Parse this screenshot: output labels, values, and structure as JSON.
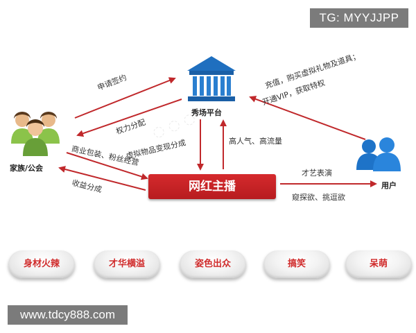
{
  "badges": {
    "tg": "TG: MYYJJPP",
    "url": "www.tdcy888.com"
  },
  "nodes": {
    "platform": "秀场平台",
    "family": "家族/公会",
    "user": "用户",
    "host": "网红主播"
  },
  "edges": {
    "apply_sign": "申请签约",
    "power_distribution": "权力分配",
    "virtual_gift_cash": "虚拟物品变现分成",
    "popularity": "高人气、高流量",
    "commercial_packaging": "商业包装、粉丝经营",
    "revenue_share": "收益分成",
    "recharge_line1": "充值，购买虚拟礼物及道具；",
    "recharge_line2": "开通VIP，获取特权",
    "talent_show": "才艺表演",
    "voyeur": "窥探欲、挑逗欲"
  },
  "traits": [
    "身材火辣",
    "才华横溢",
    "姿色出众",
    "搞笑",
    "呆萌"
  ],
  "colors": {
    "accent_red": "#c0282b",
    "platform_blue": "#1f6fbf",
    "family_green": "#7cb342",
    "user_blue": "#1e73c8"
  }
}
